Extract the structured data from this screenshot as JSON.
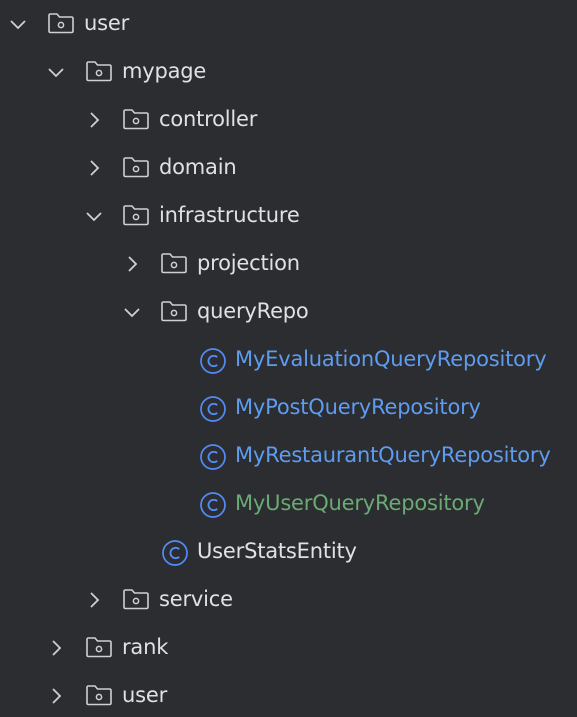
{
  "colors": {
    "background": "#2b2d30",
    "text": "#dfe1e5",
    "icon": "#ced0d6",
    "class_icon": "#548af7",
    "modified": "#5e9cf2",
    "added": "#6aab73"
  },
  "tree": {
    "nodes": [
      {
        "label": "user",
        "kind": "folder",
        "state": "expanded"
      },
      {
        "label": "mypage",
        "kind": "folder",
        "state": "expanded"
      },
      {
        "label": "controller",
        "kind": "folder",
        "state": "collapsed"
      },
      {
        "label": "domain",
        "kind": "folder",
        "state": "collapsed"
      },
      {
        "label": "infrastructure",
        "kind": "folder",
        "state": "expanded"
      },
      {
        "label": "projection",
        "kind": "folder",
        "state": "collapsed"
      },
      {
        "label": "queryRepo",
        "kind": "folder",
        "state": "expanded"
      },
      {
        "label": "MyEvaluationQueryRepository",
        "kind": "class",
        "vcs_status": "modified"
      },
      {
        "label": "MyPostQueryRepository",
        "kind": "class",
        "vcs_status": "modified"
      },
      {
        "label": "MyRestaurantQueryRepository",
        "kind": "class",
        "vcs_status": "modified"
      },
      {
        "label": "MyUserQueryRepository",
        "kind": "class",
        "vcs_status": "added"
      },
      {
        "label": "UserStatsEntity",
        "kind": "class",
        "vcs_status": "unchanged"
      },
      {
        "label": "service",
        "kind": "folder",
        "state": "collapsed"
      },
      {
        "label": "rank",
        "kind": "folder",
        "state": "collapsed"
      },
      {
        "label": "user",
        "kind": "folder",
        "state": "collapsed"
      }
    ]
  }
}
